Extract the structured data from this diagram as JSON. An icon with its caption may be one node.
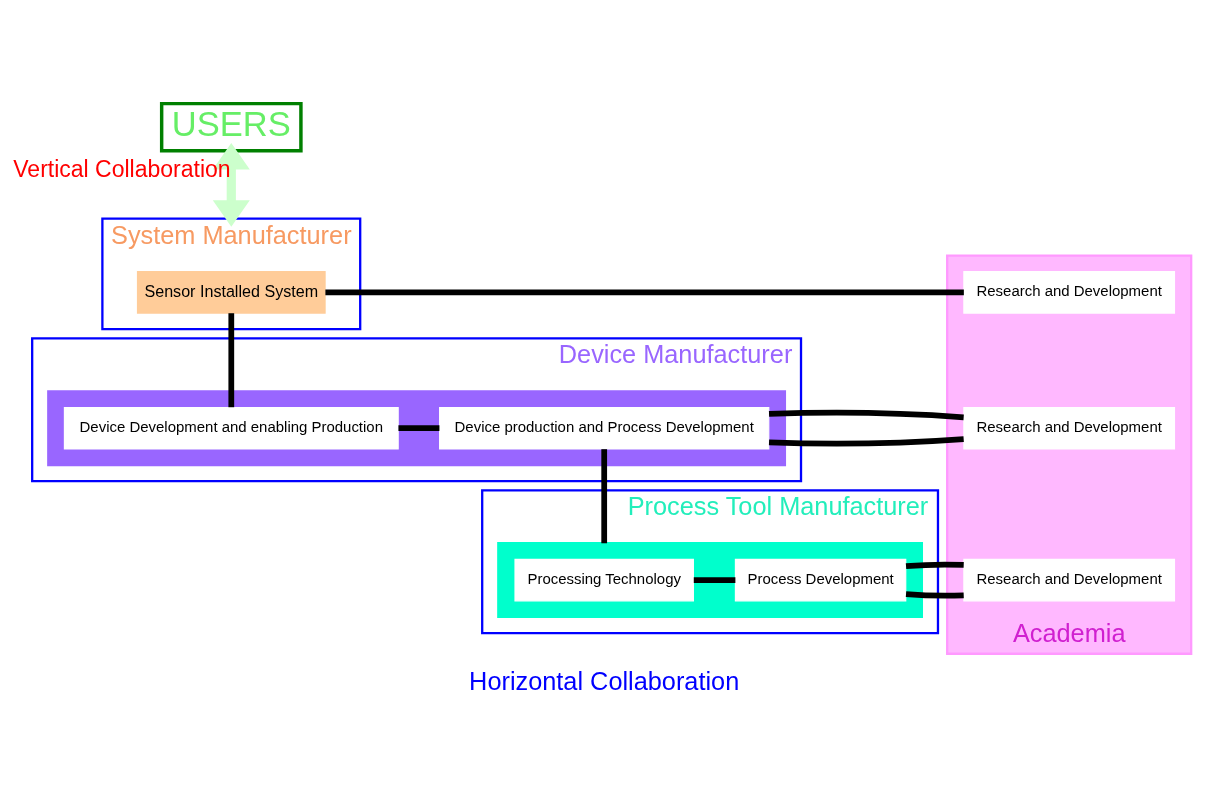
{
  "diagram": {
    "nodes": [
      {
        "text": [
          "USERS"
        ]
      },
      {
        "text": [
          "System Manufacturer"
        ]
      },
      {
        "text": [
          "Sensor Installed System"
        ],
        "in": 1
      },
      {
        "text": [
          "Device Manufacturer"
        ]
      },
      {
        "text": [],
        "shape": "box",
        "in": 3
      },
      {
        "text": [
          "Device Development and enabling Production"
        ],
        "in": 4
      },
      {
        "text": [
          "Device production and Process Development"
        ],
        "in": 4
      },
      {
        "text": [
          "Process Tool Manufacturer"
        ]
      },
      {
        "text": [],
        "shape": "box",
        "in": 7
      },
      {
        "text": [
          "Processing Technology"
        ],
        "in": 8
      },
      {
        "text": [
          "Process Development"
        ],
        "in": 8
      },
      {
        "text": [
          "Academia"
        ]
      },
      {
        "text": [
          "Research and Development"
        ],
        "in": 11
      },
      {
        "text": [
          "Research and Development"
        ],
        "in": 11
      },
      {
        "text": [
          "Research and Development"
        ],
        "in": 11
      }
    ],
    "edges": [
      {
        "from": 0,
        "to": 1,
        "arrow": "both",
        "label": "Vertical Collaboration",
        "color": "#ccffcc"
      },
      {
        "from": 2,
        "to": 12,
        "arrow": "none"
      },
      {
        "from": 2,
        "to": 5,
        "arrow": "none"
      },
      {
        "from": 5,
        "to": 6,
        "arrow": "none"
      },
      {
        "from": 6,
        "to": 13,
        "arrow": "none"
      },
      {
        "from": 6,
        "to": 8,
        "arrow": "none"
      },
      {
        "from": 9,
        "to": 10,
        "arrow": "none"
      },
      {
        "from": 10,
        "to": 14,
        "arrow": "none"
      }
    ],
    "labels": [
      "Horizontal Collaboration"
    ]
  }
}
